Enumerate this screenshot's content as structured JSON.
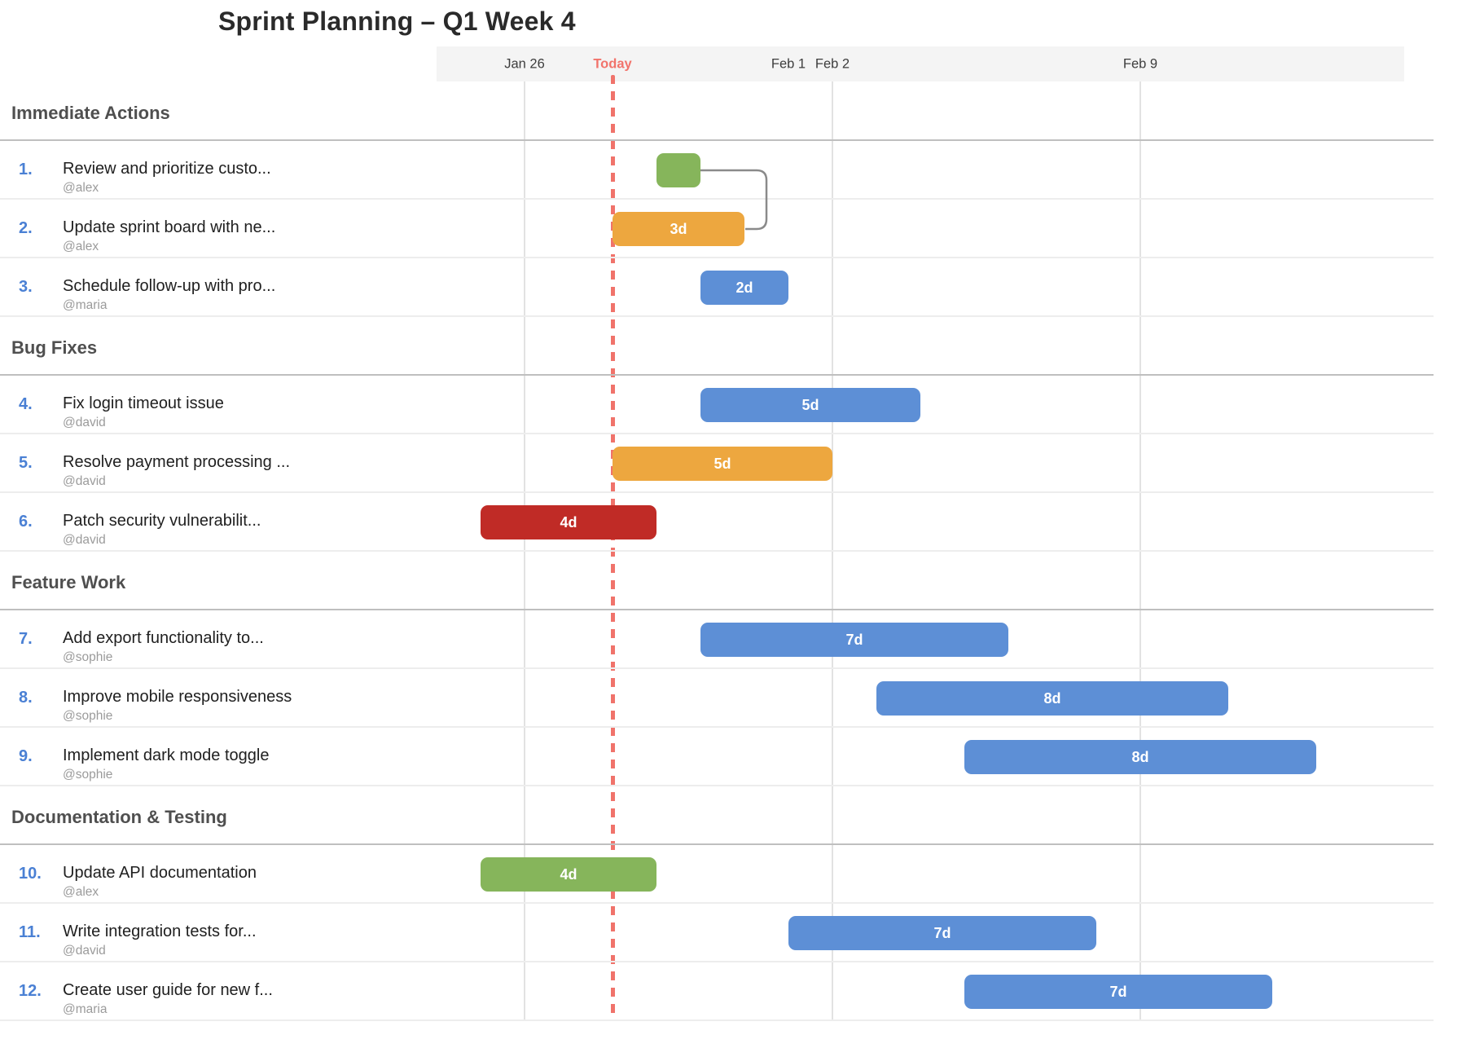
{
  "chart_data": {
    "type": "gantt",
    "title": "Sprint Planning – Q1 Week 4",
    "timeline": {
      "axis_labels": [
        "Jan 26",
        "Feb 1",
        "Feb 2",
        "Feb 9"
      ],
      "today_label": "Today",
      "today_date": "Jan 28",
      "week_gridlines": [
        "Jan 26",
        "Feb 2",
        "Feb 9"
      ],
      "visible_range_start": "Jan 24",
      "visible_range_end": "Feb 15"
    },
    "sections": [
      {
        "name": "Immediate Actions",
        "tasks": [
          {
            "number": "1.",
            "name": "Review and prioritize custo...",
            "assignee": "@alex",
            "start": "Jan 29",
            "duration_days": 1,
            "bar_label": "",
            "color": "#86b55b"
          },
          {
            "number": "2.",
            "name": "Update sprint board with ne...",
            "assignee": "@alex",
            "start": "Jan 28",
            "duration_days": 3,
            "bar_label": "3d",
            "color": "#eda73f"
          },
          {
            "number": "3.",
            "name": "Schedule follow-up with pro...",
            "assignee": "@maria",
            "start": "Jan 30",
            "duration_days": 2,
            "bar_label": "2d",
            "color": "#5d8fd6"
          }
        ]
      },
      {
        "name": "Bug Fixes",
        "tasks": [
          {
            "number": "4.",
            "name": "Fix login timeout issue",
            "assignee": "@david",
            "start": "Jan 30",
            "duration_days": 5,
            "bar_label": "5d",
            "color": "#5d8fd6"
          },
          {
            "number": "5.",
            "name": "Resolve payment processing ...",
            "assignee": "@david",
            "start": "Jan 28",
            "duration_days": 5,
            "bar_label": "5d",
            "color": "#eda73f"
          },
          {
            "number": "6.",
            "name": "Patch security vulnerabilit...",
            "assignee": "@david",
            "start": "Jan 25",
            "duration_days": 4,
            "bar_label": "4d",
            "color": "#c02b26"
          }
        ]
      },
      {
        "name": "Feature Work",
        "tasks": [
          {
            "number": "7.",
            "name": "Add export functionality to...",
            "assignee": "@sophie",
            "start": "Jan 30",
            "duration_days": 7,
            "bar_label": "7d",
            "color": "#5d8fd6"
          },
          {
            "number": "8.",
            "name": "Improve mobile responsiveness",
            "assignee": "@sophie",
            "start": "Feb 3",
            "duration_days": 8,
            "bar_label": "8d",
            "color": "#5d8fd6"
          },
          {
            "number": "9.",
            "name": "Implement dark mode toggle",
            "assignee": "@sophie",
            "start": "Feb 5",
            "duration_days": 8,
            "bar_label": "8d",
            "color": "#5d8fd6"
          }
        ]
      },
      {
        "name": "Documentation & Testing",
        "tasks": [
          {
            "number": "10.",
            "name": "Update API documentation",
            "assignee": "@alex",
            "start": "Jan 25",
            "duration_days": 4,
            "bar_label": "4d",
            "color": "#86b55b"
          },
          {
            "number": "11.",
            "name": "Write integration tests for...",
            "assignee": "@david",
            "start": "Feb 1",
            "duration_days": 7,
            "bar_label": "7d",
            "color": "#5d8fd6"
          },
          {
            "number": "12.",
            "name": "Create user guide for new f...",
            "assignee": "@maria",
            "start": "Feb 5",
            "duration_days": 7,
            "bar_label": "7d",
            "color": "#5d8fd6"
          }
        ]
      }
    ],
    "dependencies": [
      {
        "from_task": "1.",
        "to_task": "2."
      }
    ],
    "colors": {
      "bar_blue": "#5d8fd6",
      "bar_green": "#86b55b",
      "bar_orange": "#eda73f",
      "bar_red": "#c02b26",
      "today_line": "#f0736b",
      "today_label": "#f2736b",
      "connector": "#8a8a8a",
      "task_number": "#4a80d4",
      "header_band_bg": "#f4f4f4",
      "bar_label_text": "#ffffff"
    },
    "layout_hints": {
      "legend": "none",
      "grid": "weekly vertical gridlines, horizontal row separators",
      "left_panel": "task list with number, name, assignee"
    }
  }
}
